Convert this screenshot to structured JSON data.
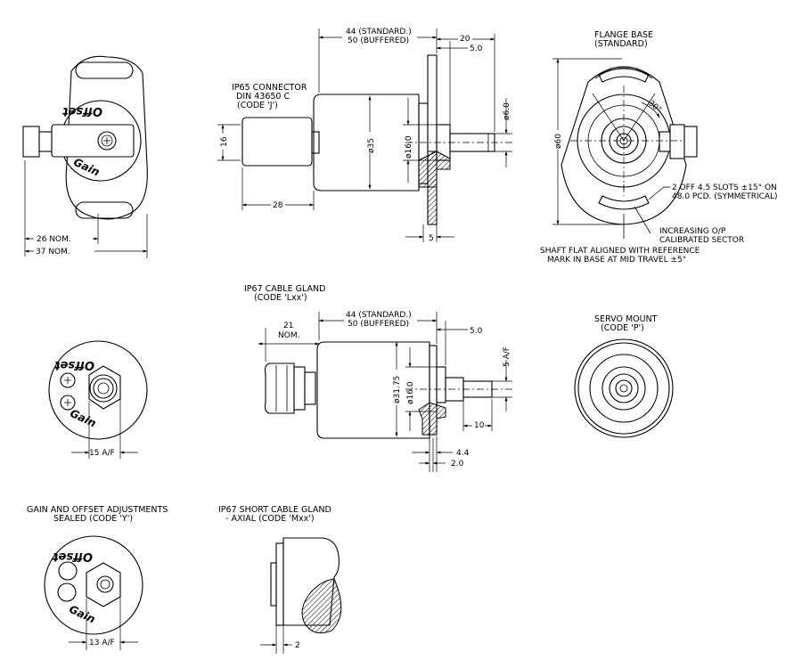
{
  "labels": {
    "ip65_l1": "IP65 CONNECTOR",
    "ip65_l2": "DIN 43650 C",
    "ip65_l3": "(CODE 'J')",
    "flange_l1": "FLANGE BASE",
    "flange_l2": "(STANDARD)",
    "ip67_gland_l1": "IP67 CABLE GLAND",
    "ip67_gland_l2": "(CODE 'Lxx')",
    "servo_l1": "SERVO MOUNT",
    "servo_l2": "(CODE 'P')",
    "sealed_l1": "GAIN AND OFFSET ADJUSTMENTS",
    "sealed_l2": "SEALED (CODE 'Y')",
    "short_gland_l1": "IP67 SHORT CABLE GLAND",
    "short_gland_l2": "- AXIAL (CODE 'Mxx')",
    "slots_l1": "2 OFF 4.5 SLOTS ±15° ON",
    "slots_l2": "48.0 PCD. (SYMMETRICAL)",
    "increasing_l1": "INCREASING O/P",
    "increasing_l2": "CALIBRATED SECTOR",
    "shaft_l1": "SHAFT FLAT ALIGNED WITH REFERENCE",
    "shaft_l2": "MARK IN BASE AT MID TRAVEL ±5°",
    "offset": "Offset",
    "gain": "Gain"
  },
  "dims": {
    "standard": "44 (STANDARD.)",
    "buffered": "50 (BUFFERED)",
    "d20": "20",
    "d5_0": "5.0",
    "d6_0": "ø6.0",
    "d16": "16",
    "d35": "ø35",
    "d16_0": "ø16.0",
    "d28": "28",
    "d5": "5",
    "d26": "26 NOM.",
    "d37": "37 NOM.",
    "d60": "ø60",
    "d30": "30°",
    "d21": "21",
    "nom": "NOM.",
    "d5af": "5 A/F",
    "d31_75": "ø31.75",
    "d10": "10",
    "d4_4": "4.4",
    "d2_0": "2.0",
    "d15af": "15 A/F",
    "d13af": "13 A/F",
    "d2": "2"
  }
}
